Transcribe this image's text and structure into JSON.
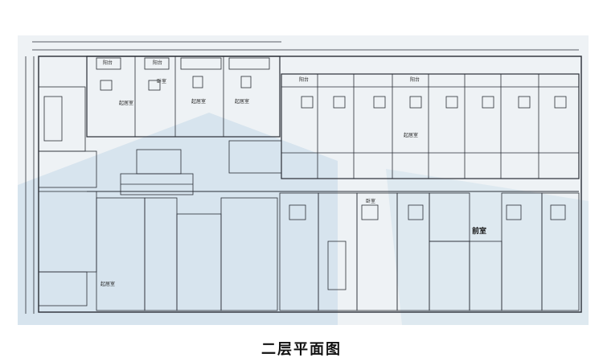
{
  "caption": "二层平面图",
  "labels": {
    "balcony": "阳台",
    "bedroom": "卧室",
    "living": "起居室",
    "front_desk": "前室"
  },
  "colors": {
    "paper": "#f4f6f8",
    "line": "#2a2e36",
    "tint": "#c9dbe9"
  }
}
